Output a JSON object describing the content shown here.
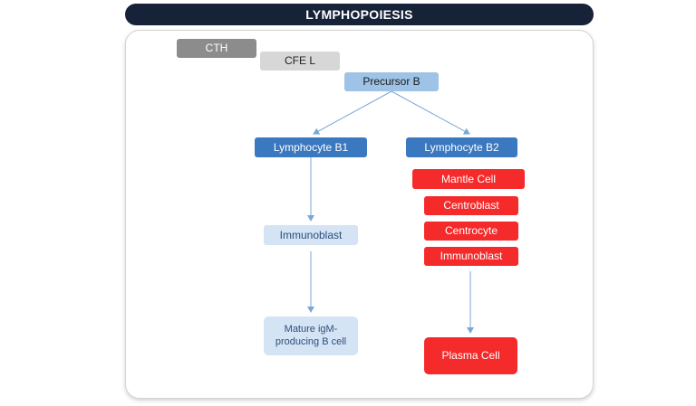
{
  "title": "LYMPHOPOIESIS",
  "nodes": {
    "cth": "CTH",
    "cfe_l": "CFE L",
    "precursor_b": "Precursor B",
    "lymphocyte_b1": "Lymphocyte B1",
    "lymphocyte_b2": "Lymphocyte B2",
    "immunoblast_left": "Immunoblast",
    "mature_igm": "Mature igM-producing B cell",
    "mantle_cell": "Mantle Cell",
    "centroblast": "Centroblast",
    "centrocyte": "Centrocyte",
    "immunoblast_right": "Immunoblast",
    "plasma_cell": "Plasma Cell"
  },
  "colors": {
    "title_bg": "#162238",
    "dark_blue": "#3a78c0",
    "light_blue": "#9ec3e6",
    "pale_blue": "#d4e4f5",
    "red": "#f52a2a",
    "grey": "#8c8c8c",
    "light_grey": "#d7d7d7",
    "arrow": "#7aa7d4"
  }
}
